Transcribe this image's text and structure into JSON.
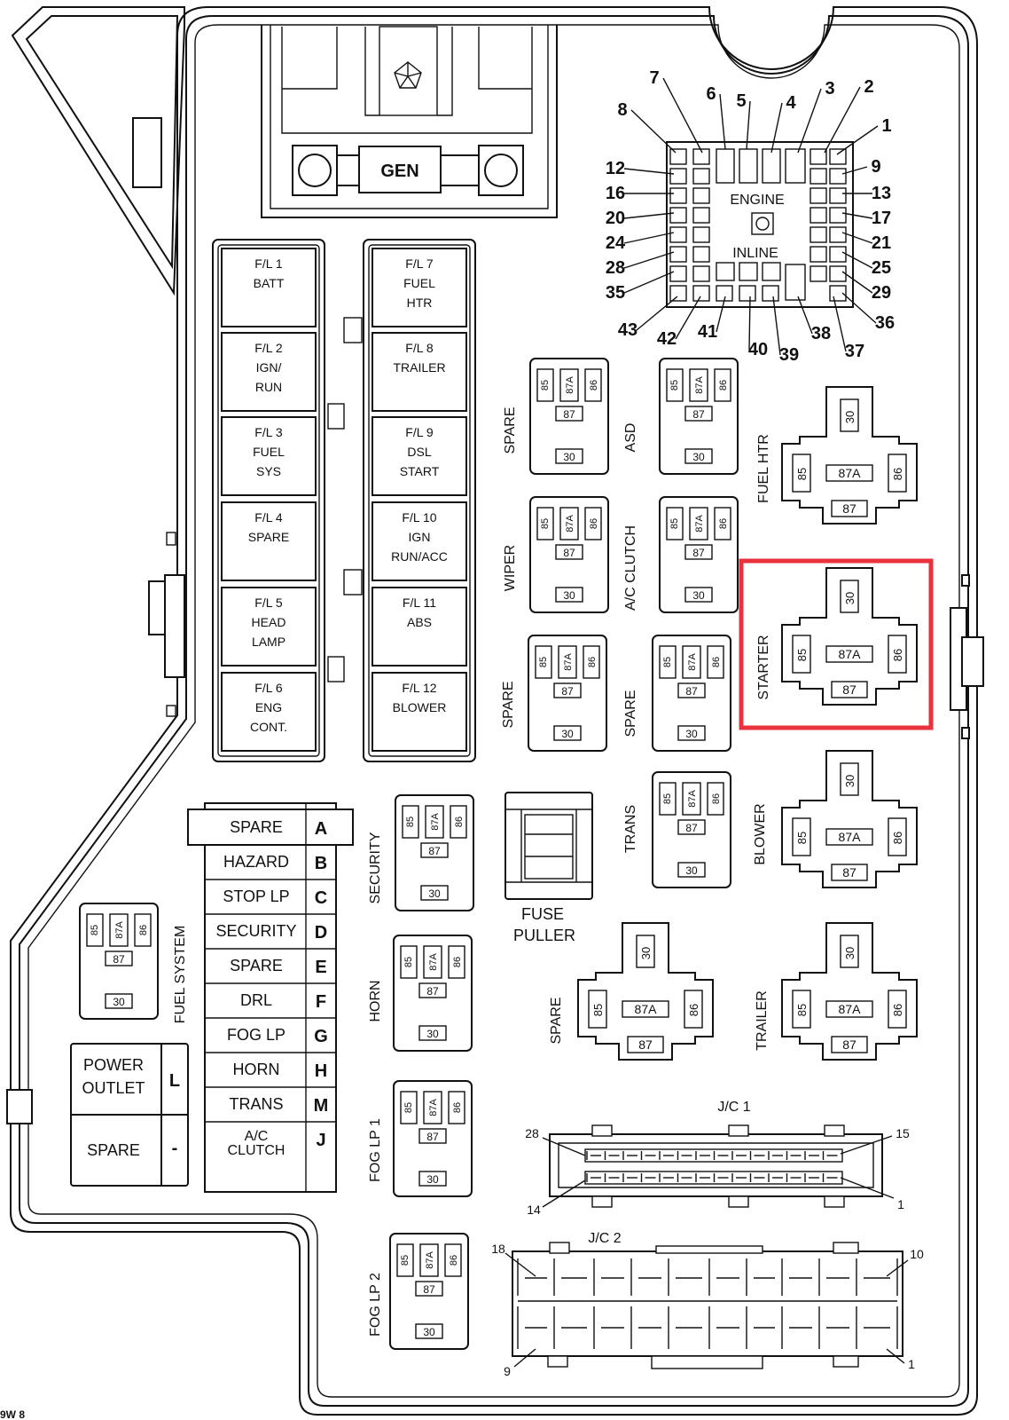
{
  "generator": {
    "label": "GEN"
  },
  "engine_block": {
    "title_line1": "ENGINE",
    "title_line2": "INLINE",
    "pin_labels": [
      "1",
      "2",
      "3",
      "4",
      "5",
      "6",
      "7",
      "8",
      "9",
      "12",
      "13",
      "16",
      "17",
      "20",
      "21",
      "24",
      "25",
      "28",
      "29",
      "35",
      "36",
      "37",
      "38",
      "39",
      "40",
      "41",
      "42",
      "43"
    ]
  },
  "fusible_links": [
    [
      "F/L 1",
      "BATT"
    ],
    [
      "F/L 2",
      "IGN/",
      "RUN"
    ],
    [
      "F/L 3",
      "FUEL",
      "SYS"
    ],
    [
      "F/L 4",
      "SPARE"
    ],
    [
      "F/L 5",
      "HEAD",
      "LAMP"
    ],
    [
      "F/L 6",
      "ENG",
      "CONT."
    ],
    [
      "F/L 7",
      "FUEL",
      "HTR"
    ],
    [
      "F/L 8",
      "TRAILER"
    ],
    [
      "F/L 9",
      "DSL",
      "START"
    ],
    [
      "F/L 10",
      "IGN",
      "RUN/ACC"
    ],
    [
      "F/L 11",
      "ABS"
    ],
    [
      "F/L 12",
      "BLOWER"
    ]
  ],
  "relay_pins": {
    "p85": "85",
    "p87a": "87A",
    "p86": "86",
    "p87": "87",
    "p30": "30"
  },
  "mini_relays": [
    "SPARE",
    "ASD",
    "WIPER",
    "A/C CLUTCH",
    "SPARE",
    "SPARE",
    "SECURITY",
    "TRANS",
    "FUEL SYSTEM",
    "HORN",
    "FOG LP 1",
    "FOG LP 2"
  ],
  "large_relays": [
    "FUEL HTR",
    "STARTER",
    "BLOWER",
    "SPARE",
    "TRAILER"
  ],
  "highlight": {
    "relay": "STARTER",
    "color": "#e8323c"
  },
  "fuse_puller": {
    "line1": "FUSE",
    "line2": "PULLER"
  },
  "fuse_table": [
    [
      "SPARE",
      "A"
    ],
    [
      "HAZARD",
      "B"
    ],
    [
      "STOP LP",
      "C"
    ],
    [
      "SECURITY",
      "D"
    ],
    [
      "SPARE",
      "E"
    ],
    [
      "DRL",
      "F"
    ],
    [
      "FOG LP",
      "G"
    ],
    [
      "HORN",
      "H"
    ],
    [
      "TRANS",
      "M"
    ],
    [
      "A/C",
      "CLUTCH",
      "J"
    ]
  ],
  "power_outlet": {
    "line1": "POWER",
    "line2": "OUTLET",
    "code": "L",
    "spare": "SPARE",
    "spare_code": "-"
  },
  "jc1": {
    "label": "J/C 1",
    "pins": [
      "28",
      "15",
      "14",
      "1"
    ]
  },
  "jc2": {
    "label": "J/C 2",
    "pins": [
      "18",
      "10",
      "9",
      "1"
    ]
  },
  "corner_text": "9W 8"
}
